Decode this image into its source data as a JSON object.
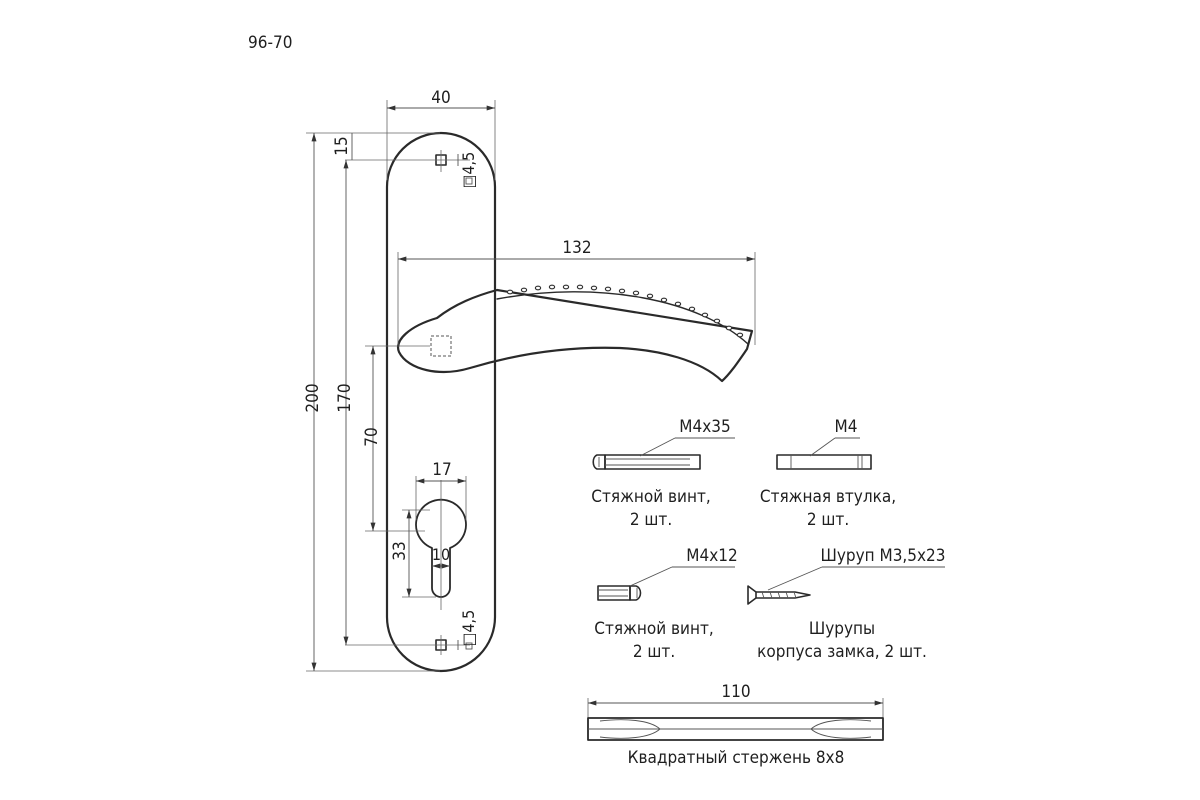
{
  "model": "96-70",
  "dims": {
    "plate_width": "40",
    "plate_height": "200",
    "screw_spacing": "170",
    "top_screw_offset": "15",
    "screw_hole_top": "□4,5",
    "screw_hole_bottom": "□4,5",
    "handle_length": "132",
    "spindle_to_cylinder": "70",
    "cylinder_width": "17",
    "cylinder_height": "33",
    "cylinder_slot": "10",
    "spindle_length": "110"
  },
  "parts": [
    {
      "code": "M4x35",
      "caption_1": "Стяжной винт,",
      "caption_2": "2 шт."
    },
    {
      "code": "M4",
      "caption_1": "Стяжная втулка,",
      "caption_2": "2 шт."
    },
    {
      "code": "M4x12",
      "caption_1": "Стяжной винт,",
      "caption_2": "2 шт."
    },
    {
      "code": "Шуруп M3,5x23",
      "caption_1": "Шурупы",
      "caption_2": "корпуса замка, 2 шт."
    }
  ],
  "spindle": {
    "caption": "Квадратный стержень 8x8"
  },
  "colors": {
    "line": "#2a2a2a",
    "background": "#ffffff",
    "text": "#1f1f1f"
  }
}
